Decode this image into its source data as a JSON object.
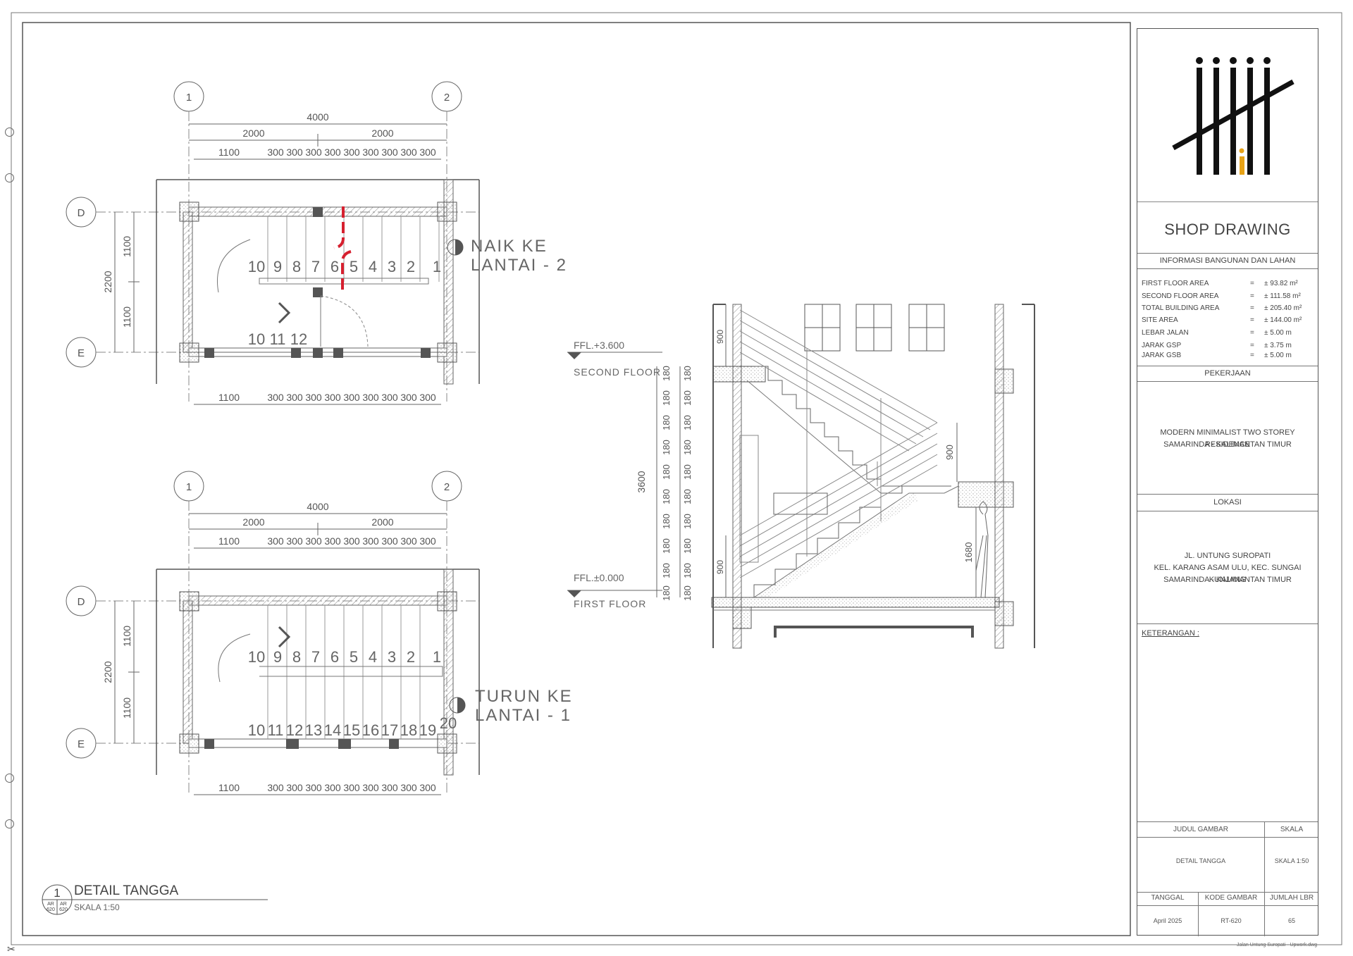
{
  "drawing": {
    "plan_top": {
      "grid_col_1": "1",
      "grid_col_2": "2",
      "grid_row_d": "D",
      "grid_row_e": "E",
      "dim_total": "4000",
      "dim_half_left": "2000",
      "dim_half_right": "2000",
      "dim_landing": "1100",
      "dim_tread": "300",
      "dim_total_v": "2200",
      "dim_half_v_top": "1100",
      "dim_half_v_bottom": "1100",
      "step_numbers_top": [
        "10",
        "9",
        "8",
        "7",
        "6",
        "5",
        "4",
        "3",
        "2",
        "1"
      ],
      "step_numbers_bottom": [
        "10",
        "11",
        "12"
      ],
      "label_line1": "NAIK  KE",
      "label_line2": "LANTAI  -  2"
    },
    "plan_bottom": {
      "grid_col_1": "1",
      "grid_col_2": "2",
      "grid_row_d": "D",
      "grid_row_e": "E",
      "dim_total": "4000",
      "dim_half_left": "2000",
      "dim_half_right": "2000",
      "dim_landing": "1100",
      "dim_tread": "300",
      "dim_total_v": "2200",
      "dim_half_v_top": "1100",
      "dim_half_v_bottom": "1100",
      "step_numbers_top": [
        "10",
        "9",
        "8",
        "7",
        "6",
        "5",
        "4",
        "3",
        "2",
        "1"
      ],
      "step_numbers_bottom": [
        "10",
        "11",
        "12",
        "13",
        "14",
        "15",
        "16",
        "17",
        "18",
        "19"
      ],
      "step_last": "20",
      "label_line1": "TURUN  KE",
      "label_line2": "LANTAI  -  1"
    },
    "section": {
      "ffl_top": "FFL.+3.600",
      "ffl_top_name": "SECOND  FLOOR",
      "ffl_bottom": "FFL.±0.000",
      "ffl_bottom_name": "FIRST  FLOOR",
      "dim_total_height": "3600",
      "dim_riser": "180",
      "dim_rail_top": "900",
      "dim_rail_bottom": "900",
      "dim_rail_mid": "900",
      "dim_headroom": "1680"
    },
    "caption": {
      "number": "1",
      "ref_a": "AR",
      "ref_b": "AR",
      "ref_a_num": "620",
      "ref_b_num": "620",
      "title": "DETAIL TANGGA",
      "scale": "SKALA  1:50"
    }
  },
  "title_block": {
    "logo": "ii-studio-logo",
    "sheet_type": "SHOP DRAWING",
    "info_header": "INFORMASI BANGUNAN DAN LAHAN",
    "info_rows": [
      {
        "label": "FIRST FLOOR AREA",
        "eq": "=",
        "value": "±   93.82 m²"
      },
      {
        "label": "SECOND FLOOR AREA",
        "eq": "=",
        "value": "± 111.58 m²"
      },
      {
        "label": "TOTAL BUILDING AREA",
        "eq": "=",
        "value": "± 205.40 m²"
      },
      {
        "label": "SITE AREA",
        "eq": "=",
        "value": "± 144.00 m²"
      },
      {
        "label": "LEBAR JALAN",
        "eq": "=",
        "value": "± 5.00 m"
      },
      {
        "label": "JARAK GSP",
        "eq": "=",
        "value": "± 3.75 m"
      },
      {
        "label": "JARAK GSB",
        "eq": "=",
        "value": "± 5.00 m"
      }
    ],
    "pekerjaan_header": "PEKERJAAN",
    "project_line1": "MODERN MINIMALIST TWO STOREY RESIDENCE",
    "project_line2": "SAMARINDA - KALIMANTAN TIMUR",
    "lokasi_header": "LOKASI",
    "lokasi_line1": "JL. UNTUNG SUROPATI",
    "lokasi_line2": "KEL. KARANG ASAM ULU, KEC. SUNGAI KUNJANG",
    "lokasi_line3": "SAMARINDA - KALIMANTAN TIMUR",
    "keterangan": "KETERANGAN :",
    "judul_header": "JUDUL GAMBAR",
    "skala_header": "SKALA",
    "judul_value": "DETAIL TANGGA",
    "skala_value": "SKALA 1:50",
    "tanggal_header": "TANGGAL",
    "kode_header": "KODE GAMBAR",
    "jumlah_header": "JUMLAH LBR",
    "tanggal_value": "April 2025",
    "kode_value": "RT-620",
    "jumlah_value": "65",
    "footer_note": "Jalan Untung Suropati  -  Upwork.dwg"
  },
  "colors": {
    "line": "#555555",
    "accent": "#d6202f",
    "logo_dot": "#e8a317"
  }
}
